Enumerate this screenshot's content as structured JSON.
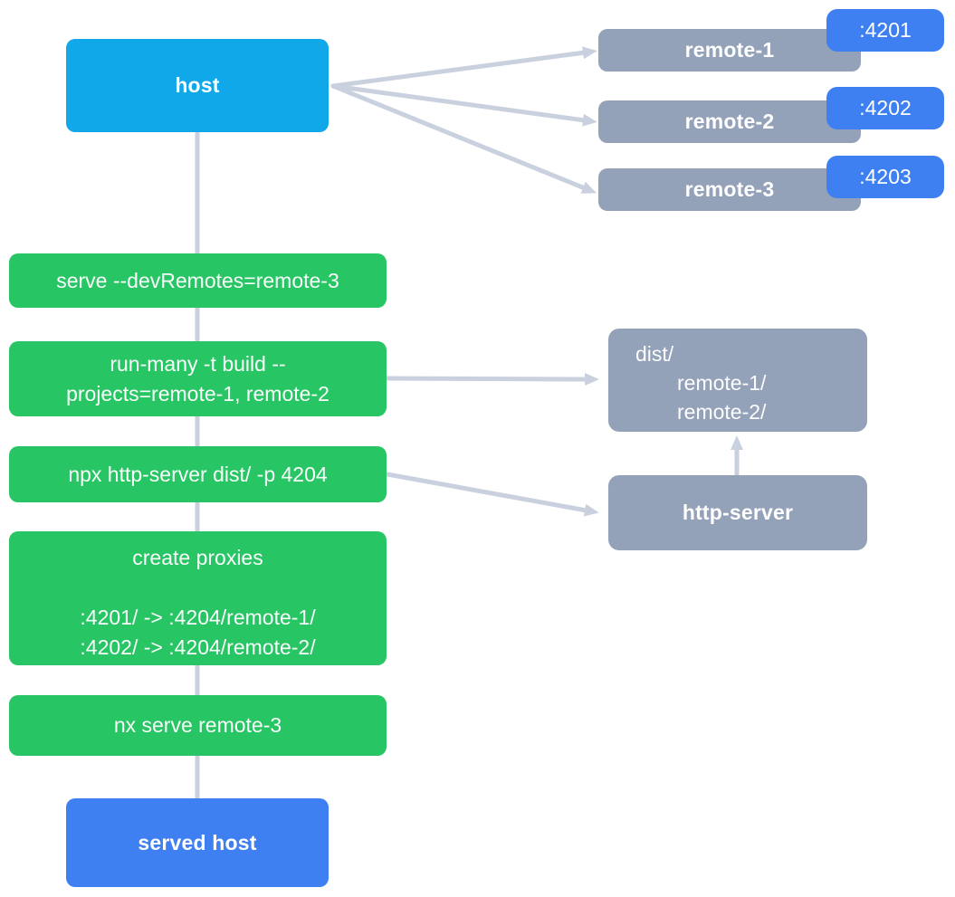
{
  "colors": {
    "host": "#10A8E9",
    "command": "#28C565",
    "node": "#93A2B8",
    "port": "#3E80F1",
    "served": "#3E80F1",
    "connector": "#C9D0DE"
  },
  "host": {
    "label": "host"
  },
  "remotes": [
    {
      "label": "remote-1",
      "port": ":4201"
    },
    {
      "label": "remote-2",
      "port": ":4202"
    },
    {
      "label": "remote-3",
      "port": ":4203"
    }
  ],
  "commands": {
    "serve": "serve --devRemotes=remote-3",
    "run_many_line1": "run-many -t build --",
    "run_many_line2": "projects=remote-1, remote-2",
    "http_server": "npx http-server dist/ -p 4204",
    "proxies_title": "create proxies",
    "proxies_line1": ":4201/ -> :4204/remote-1/",
    "proxies_line2": ":4202/ -> :4204/remote-2/",
    "nx_serve": "nx serve remote-3"
  },
  "dist": {
    "line1": "dist/",
    "line2": "remote-1/",
    "line3": "remote-2/"
  },
  "http_server_node": {
    "label": "http-server"
  },
  "served_host": {
    "label": "served host"
  }
}
